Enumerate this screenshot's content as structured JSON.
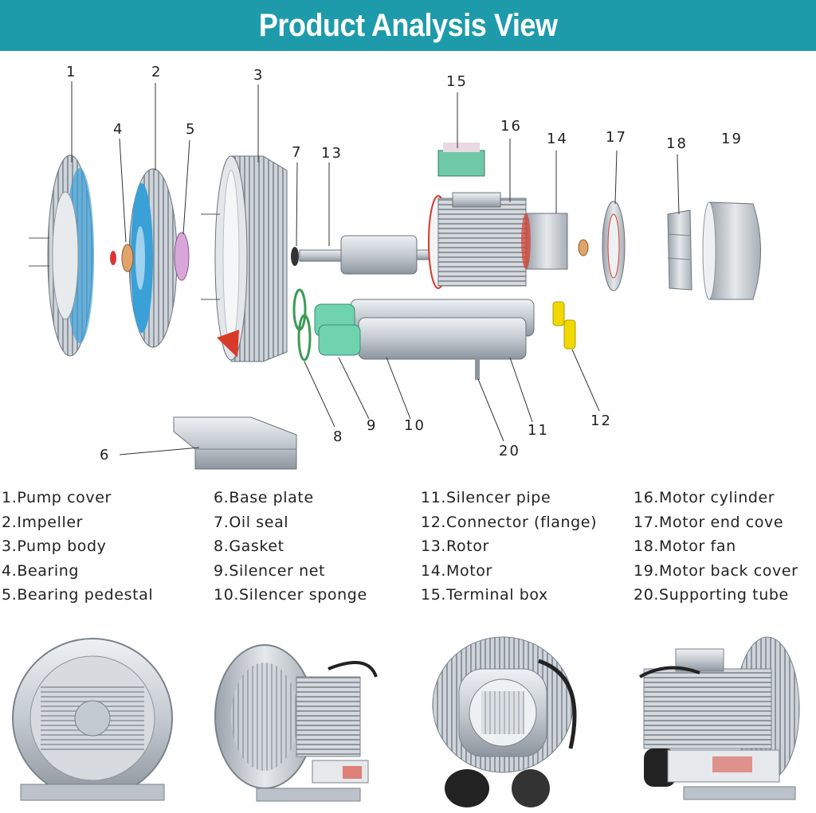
{
  "banner": {
    "title": "Product Analysis View"
  },
  "diagram": {
    "callouts": [
      "1",
      "2",
      "3",
      "4",
      "5",
      "6",
      "7",
      "8",
      "9",
      "10",
      "11",
      "12",
      "13",
      "14",
      "15",
      "16",
      "17",
      "18",
      "19",
      "20"
    ]
  },
  "legend": {
    "columns": [
      [
        "1.Pump cover",
        "2.Impeller",
        "3.Pump body",
        "4.Bearing",
        "5.Bearing pedestal"
      ],
      [
        "6.Base plate",
        "7.Oil seal",
        "8.Gasket",
        "9.Silencer net",
        "10.Silencer sponge"
      ],
      [
        "11.Silencer pipe",
        "12.Connector (flange)",
        "13.Rotor",
        "14.Motor",
        "15.Terminal box"
      ],
      [
        "16.Motor cylinder",
        "17.Motor end cove",
        "18.Motor fan",
        "19.Motor back cover",
        "20.Supporting tube"
      ]
    ]
  },
  "colors": {
    "banner": "#1e9bab",
    "metal": "#c9ced4",
    "blue": "#3aa0d8",
    "green": "#6fd3b0",
    "yellow": "#f0d800",
    "red": "#d83a2a"
  }
}
